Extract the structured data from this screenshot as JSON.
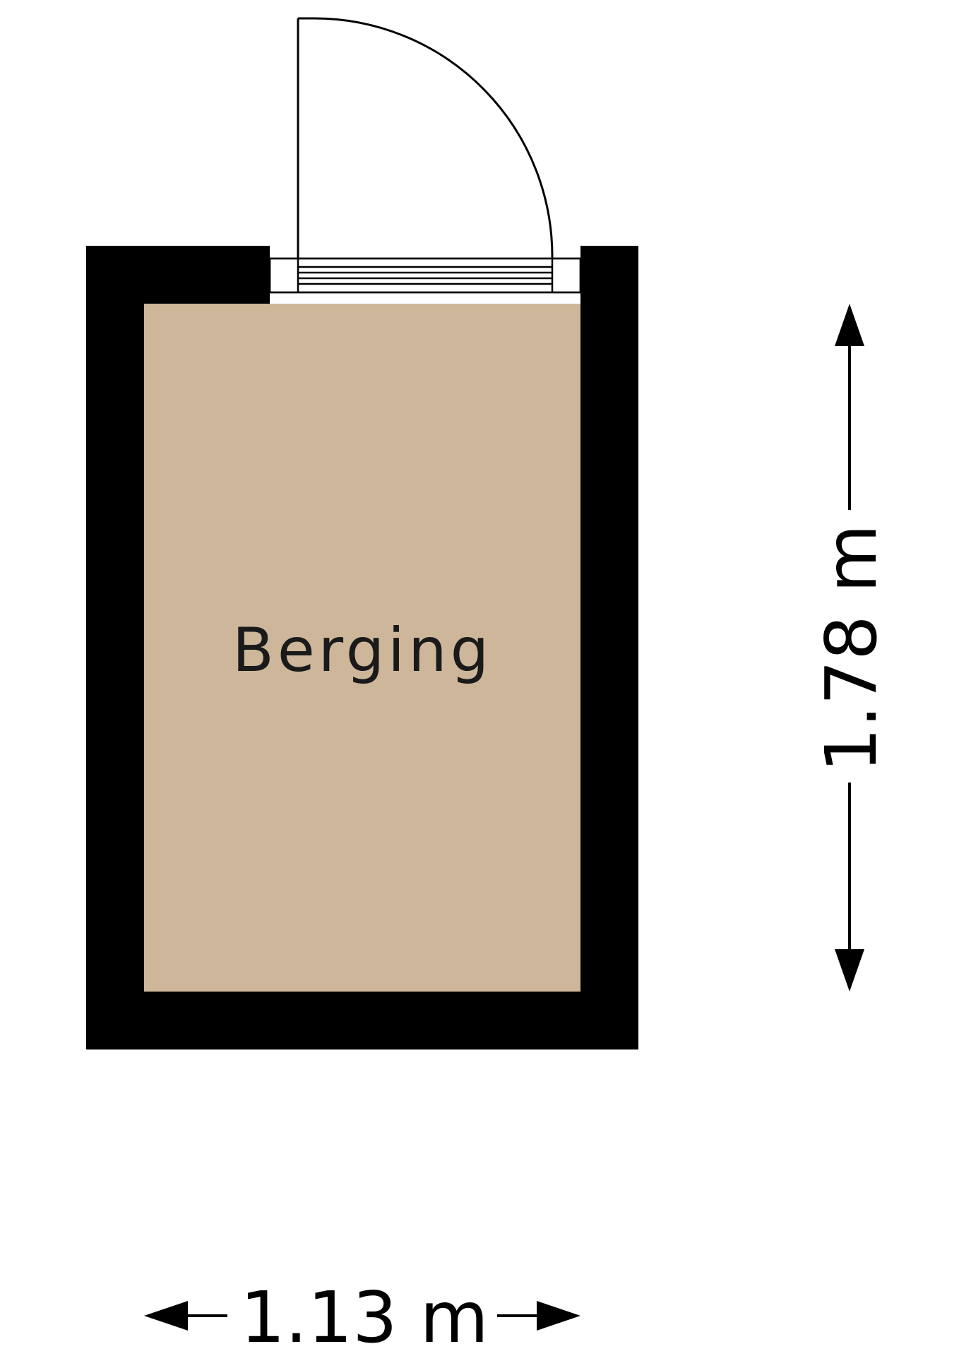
{
  "room": {
    "name": "Berging",
    "floor_color": "#CDB699",
    "wall_color": "#000000"
  },
  "dimensions": {
    "width_label": "1.13 m",
    "height_label": "1.78 m"
  },
  "icons": {
    "door": "door-swing-icon",
    "arrow_left": "arrow-left-icon",
    "arrow_right": "arrow-right-icon",
    "arrow_up": "arrow-up-icon",
    "arrow_down": "arrow-down-icon"
  }
}
